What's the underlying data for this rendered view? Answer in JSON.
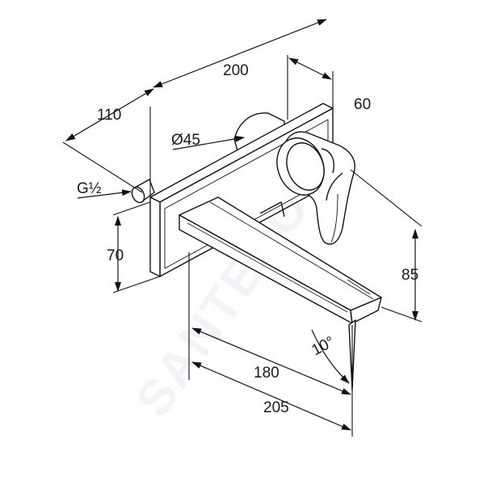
{
  "watermark": "SANTENO",
  "dimensions": {
    "length_total": "200",
    "depth_lever": "60",
    "width_plate": "110",
    "rosette_diameter": "Ø45",
    "thread": "G½",
    "height_connection": "70",
    "height_lever": "85",
    "spout_length": "180",
    "projection_total": "205",
    "spout_angle": "10°"
  }
}
